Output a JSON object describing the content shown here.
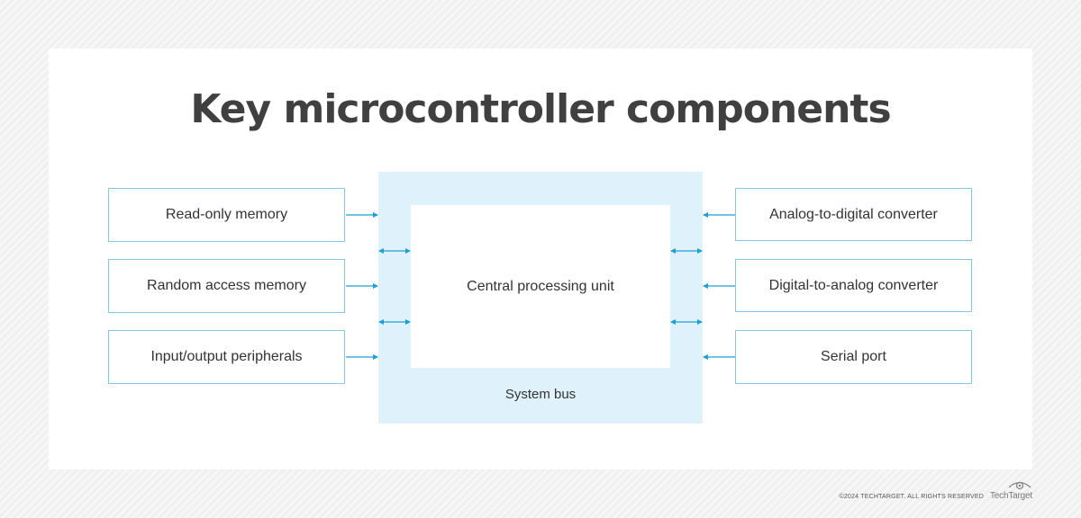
{
  "title": "Key microcontroller components",
  "left_components": [
    "Read-only memory",
    "Random access memory",
    "Input/output peripherals"
  ],
  "right_components": [
    "Analog-to-digital converter",
    "Digital-to-analog converter",
    "Serial port"
  ],
  "center": {
    "cpu_label": "Central processing unit",
    "bus_label": "System bus"
  },
  "footer": {
    "copyright": "©2024 TECHTARGET. ALL RIGHTS RESERVED",
    "brand": "TechTarget",
    "brand_icon": "eye-icon"
  },
  "colors": {
    "accent": "#1aa0d8",
    "bus_fill": "#dff1fa",
    "box_border": "#7fcbe6",
    "title_text": "#404040"
  }
}
